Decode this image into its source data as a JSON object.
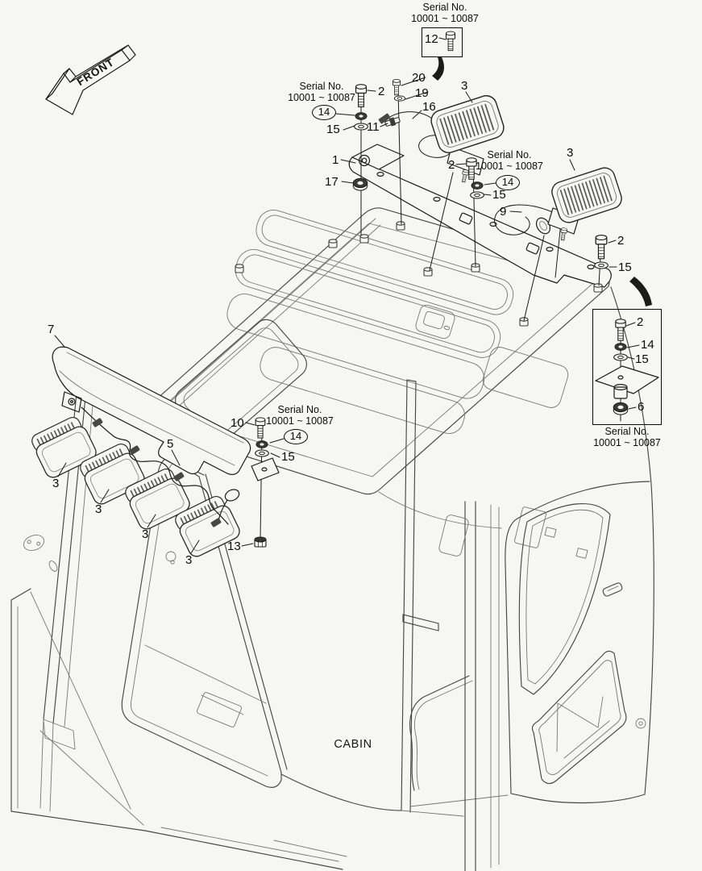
{
  "figure": {
    "front_label": "FRONT",
    "cabin_label": "CABIN"
  },
  "serial_note": {
    "line1": "Serial No.",
    "line2": "10001 ~ 10087"
  },
  "parts": {
    "1": "1",
    "2": "2",
    "3": "3",
    "5": "5",
    "6": "6",
    "7": "7",
    "9": "9",
    "10": "10",
    "11": "11",
    "12": "12",
    "13": "13",
    "14": "14",
    "15": "15",
    "16": "16",
    "17": "17",
    "19": "19",
    "20": "20"
  }
}
